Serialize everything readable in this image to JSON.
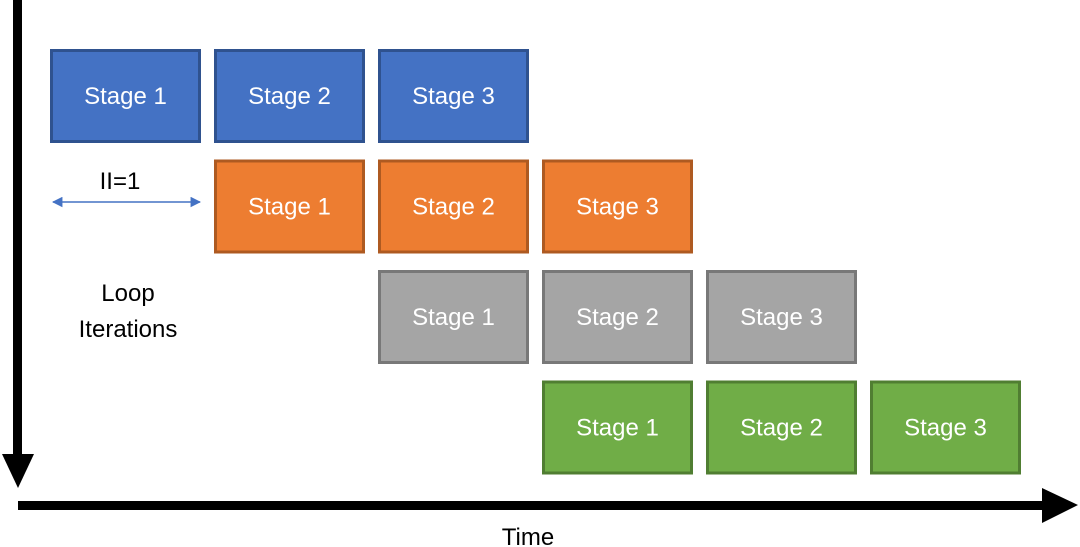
{
  "time_axis_label": "Time",
  "vertical_axis_label": [
    "Loop",
    "Iterations"
  ],
  "ii_label": "II=1",
  "colors": {
    "arrow": "#000000",
    "ii_arrow": "#4472c4"
  },
  "iterations": [
    {
      "fill": "#4472c4",
      "border": "#2f528f",
      "stages": [
        "Stage 1",
        "Stage 2",
        "Stage 3"
      ]
    },
    {
      "fill": "#ed7d31",
      "border": "#ae5a21",
      "stages": [
        "Stage 1",
        "Stage 2",
        "Stage 3"
      ]
    },
    {
      "fill": "#a5a5a5",
      "border": "#787878",
      "stages": [
        "Stage 1",
        "Stage 2",
        "Stage 3"
      ]
    },
    {
      "fill": "#70ad47",
      "border": "#507e32",
      "stages": [
        "Stage 1",
        "Stage 2",
        "Stage 3"
      ]
    }
  ]
}
